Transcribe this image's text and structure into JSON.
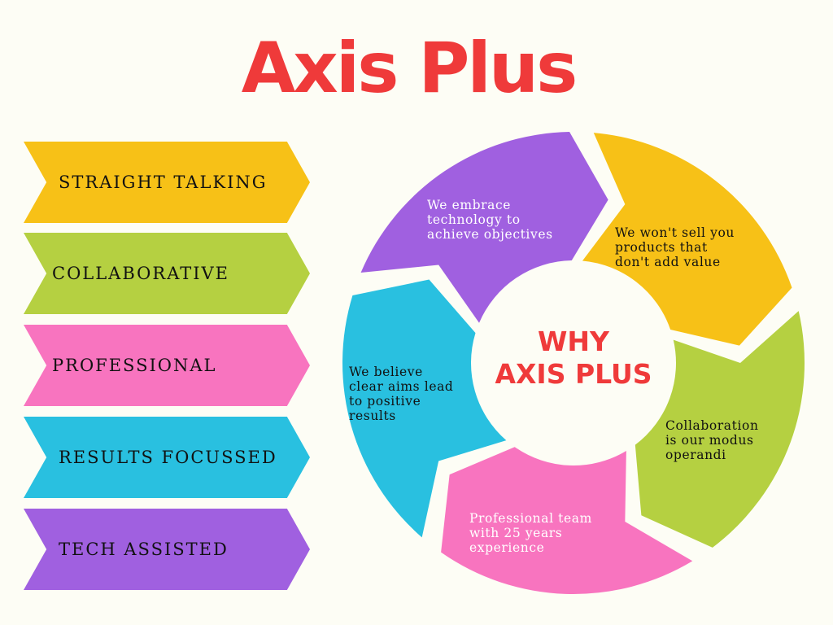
{
  "title": "Axis Plus",
  "values": [
    {
      "label": "STRAIGHT TALKING",
      "color": "#f7c117"
    },
    {
      "label": "COLLABORATIVE",
      "color": "#b5d041"
    },
    {
      "label": "PROFESSIONAL",
      "color": "#f874bf"
    },
    {
      "label": "RESULTS FOCUSSED",
      "color": "#29c0e0"
    },
    {
      "label": "TECH ASSISTED",
      "color": "#a060e0"
    }
  ],
  "cycle": {
    "center_line1": "WHY",
    "center_line2": "AXIS PLUS",
    "segments": [
      {
        "text": "We embrace\ntechnology to\nachieve objectives",
        "color": "#a060e0",
        "text_color": "#ffffff"
      },
      {
        "text": "We won't sell you\nproducts that\ndon't add value",
        "color": "#f7c117",
        "text_color": "#111111"
      },
      {
        "text": "Collaboration\nis our modus\noperandi",
        "color": "#b5d041",
        "text_color": "#111111"
      },
      {
        "text": "Professional team\nwith 25 years\nexperience",
        "color": "#f874bf",
        "text_color": "#ffffff"
      },
      {
        "text": "We believe\nclear aims lead\nto positive\nresults",
        "color": "#29c0e0",
        "text_color": "#111111"
      }
    ]
  }
}
